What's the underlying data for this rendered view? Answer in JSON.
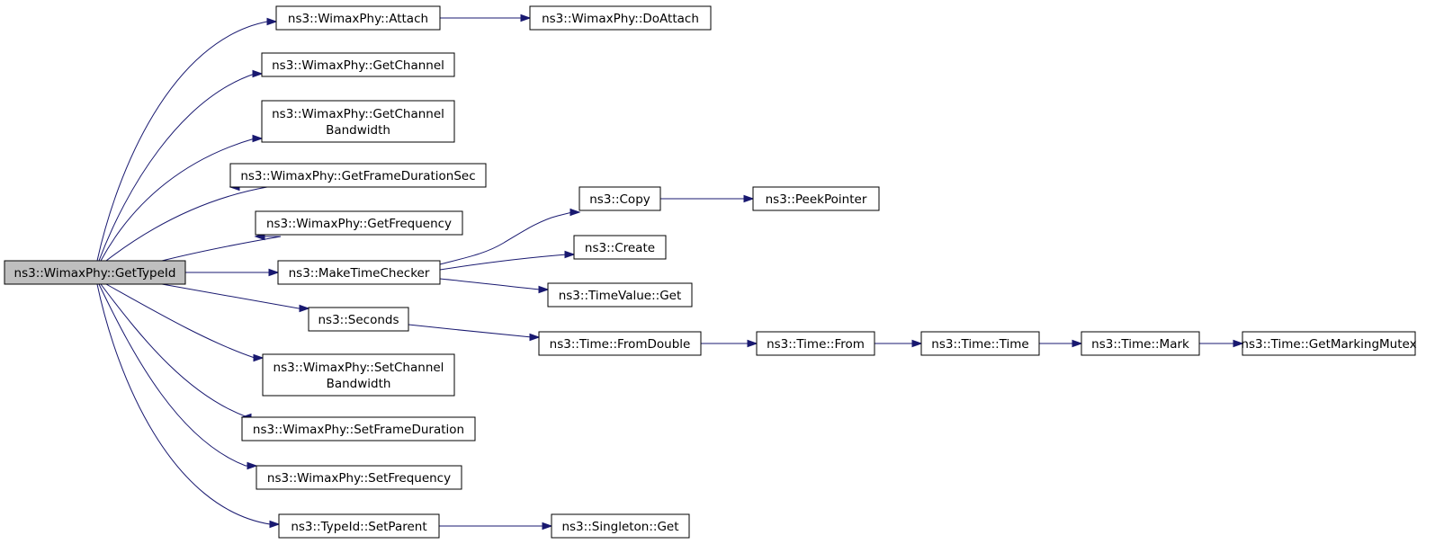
{
  "graph": {
    "nodes": {
      "root": [
        "ns3::WimaxPhy::GetTypeId"
      ],
      "attach": [
        "ns3::WimaxPhy::Attach"
      ],
      "doattach": [
        "ns3::WimaxPhy::DoAttach"
      ],
      "getchannel": [
        "ns3::WimaxPhy::GetChannel"
      ],
      "getchannelbw": [
        "ns3::WimaxPhy::GetChannel",
        "Bandwidth"
      ],
      "getframedur": [
        "ns3::WimaxPhy::GetFrameDurationSec"
      ],
      "getfreq": [
        "ns3::WimaxPhy::GetFrequency"
      ],
      "maketimechecker": [
        "ns3::MakeTimeChecker"
      ],
      "copy": [
        "ns3::Copy"
      ],
      "peekpointer": [
        "ns3::PeekPointer"
      ],
      "create": [
        "ns3::Create"
      ],
      "timevalueget": [
        "ns3::TimeValue::Get"
      ],
      "seconds": [
        "ns3::Seconds"
      ],
      "fromdouble": [
        "ns3::Time::FromDouble"
      ],
      "timefrom": [
        "ns3::Time::From"
      ],
      "timetime": [
        "ns3::Time::Time"
      ],
      "timemark": [
        "ns3::Time::Mark"
      ],
      "getmarkingmutex": [
        "ns3::Time::GetMarkingMutex"
      ],
      "setchannelbw": [
        "ns3::WimaxPhy::SetChannel",
        "Bandwidth"
      ],
      "setframedur": [
        "ns3::WimaxPhy::SetFrameDuration"
      ],
      "setfreq": [
        "ns3::WimaxPhy::SetFrequency"
      ],
      "setparent": [
        "ns3::TypeId::SetParent"
      ],
      "singletonget": [
        "ns3::Singleton::Get"
      ]
    },
    "edges": [
      [
        "root",
        "attach"
      ],
      [
        "attach",
        "doattach"
      ],
      [
        "root",
        "getchannel"
      ],
      [
        "root",
        "getchannelbw"
      ],
      [
        "root",
        "getframedur"
      ],
      [
        "root",
        "getfreq"
      ],
      [
        "root",
        "maketimechecker"
      ],
      [
        "maketimechecker",
        "copy"
      ],
      [
        "copy",
        "peekpointer"
      ],
      [
        "maketimechecker",
        "create"
      ],
      [
        "maketimechecker",
        "timevalueget"
      ],
      [
        "root",
        "seconds"
      ],
      [
        "seconds",
        "fromdouble"
      ],
      [
        "fromdouble",
        "timefrom"
      ],
      [
        "timefrom",
        "timetime"
      ],
      [
        "timetime",
        "timemark"
      ],
      [
        "timemark",
        "getmarkingmutex"
      ],
      [
        "root",
        "setchannelbw"
      ],
      [
        "root",
        "setframedur"
      ],
      [
        "root",
        "setfreq"
      ],
      [
        "root",
        "setparent"
      ],
      [
        "setparent",
        "singletonget"
      ]
    ],
    "colors": {
      "edge": "#191970",
      "root_fill": "#bfbfbf",
      "node_fill": "#ffffff",
      "border": "#000000"
    }
  }
}
